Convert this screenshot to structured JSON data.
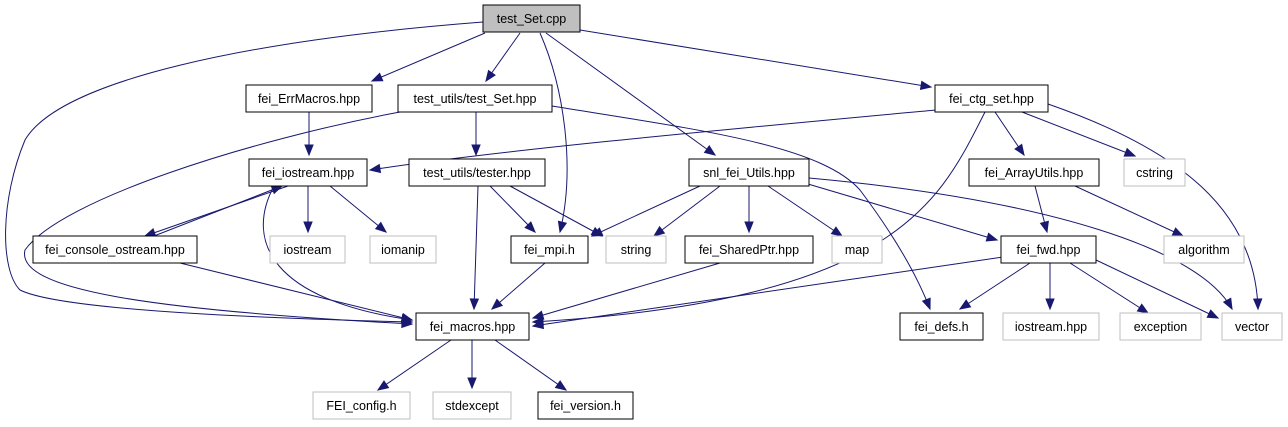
{
  "diagram": {
    "colors": {
      "edge": "#191970",
      "internal_border": "#000000",
      "external_border": "#bfbfbf",
      "root_fill": "#bfbfbf"
    },
    "nodes": [
      {
        "id": "test_Set_cpp",
        "label": "test_Set.cpp",
        "kind": "root"
      },
      {
        "id": "fei_ErrMacros_hpp",
        "label": "fei_ErrMacros.hpp",
        "kind": "internal"
      },
      {
        "id": "test_utils_test_Set_hpp",
        "label": "test_utils/test_Set.hpp",
        "kind": "internal"
      },
      {
        "id": "fei_ctg_set_hpp",
        "label": "fei_ctg_set.hpp",
        "kind": "internal"
      },
      {
        "id": "fei_iostream_hpp",
        "label": "fei_iostream.hpp",
        "kind": "internal"
      },
      {
        "id": "test_utils_tester_hpp",
        "label": "test_utils/tester.hpp",
        "kind": "internal"
      },
      {
        "id": "snl_fei_Utils_hpp",
        "label": "snl_fei_Utils.hpp",
        "kind": "internal"
      },
      {
        "id": "fei_ArrayUtils_hpp",
        "label": "fei_ArrayUtils.hpp",
        "kind": "internal"
      },
      {
        "id": "cstring",
        "label": "cstring",
        "kind": "external"
      },
      {
        "id": "fei_console_ostream_hpp",
        "label": "fei_console_ostream.hpp",
        "kind": "internal"
      },
      {
        "id": "iostream",
        "label": "iostream",
        "kind": "external"
      },
      {
        "id": "iomanip",
        "label": "iomanip",
        "kind": "external"
      },
      {
        "id": "fei_mpi_h",
        "label": "fei_mpi.h",
        "kind": "internal"
      },
      {
        "id": "string",
        "label": "string",
        "kind": "external"
      },
      {
        "id": "fei_SharedPtr_hpp",
        "label": "fei_SharedPtr.hpp",
        "kind": "internal"
      },
      {
        "id": "map",
        "label": "map",
        "kind": "external"
      },
      {
        "id": "fei_fwd_hpp",
        "label": "fei_fwd.hpp",
        "kind": "internal"
      },
      {
        "id": "algorithm",
        "label": "algorithm",
        "kind": "external"
      },
      {
        "id": "fei_macros_hpp",
        "label": "fei_macros.hpp",
        "kind": "internal"
      },
      {
        "id": "fei_defs_h",
        "label": "fei_defs.h",
        "kind": "internal"
      },
      {
        "id": "iostream_hpp",
        "label": "iostream.hpp",
        "kind": "external"
      },
      {
        "id": "exception",
        "label": "exception",
        "kind": "external"
      },
      {
        "id": "vector",
        "label": "vector",
        "kind": "external"
      },
      {
        "id": "FEI_config_h",
        "label": "FEI_config.h",
        "kind": "external"
      },
      {
        "id": "stdexcept",
        "label": "stdexcept",
        "kind": "external"
      },
      {
        "id": "fei_version_h",
        "label": "fei_version.h",
        "kind": "internal"
      }
    ],
    "edges": [
      {
        "from": "test_Set_cpp",
        "to": "fei_ErrMacros_hpp"
      },
      {
        "from": "test_Set_cpp",
        "to": "test_utils_test_Set_hpp"
      },
      {
        "from": "test_Set_cpp",
        "to": "fei_mpi_h"
      },
      {
        "from": "test_Set_cpp",
        "to": "snl_fei_Utils_hpp"
      },
      {
        "from": "test_Set_cpp",
        "to": "fei_ctg_set_hpp"
      },
      {
        "from": "test_Set_cpp",
        "to": "fei_macros_hpp"
      },
      {
        "from": "fei_ErrMacros_hpp",
        "to": "fei_iostream_hpp"
      },
      {
        "from": "test_utils_test_Set_hpp",
        "to": "test_utils_tester_hpp"
      },
      {
        "from": "test_utils_test_Set_hpp",
        "to": "fei_macros_hpp"
      },
      {
        "from": "test_utils_test_Set_hpp",
        "to": "fei_defs_h"
      },
      {
        "from": "fei_ctg_set_hpp",
        "to": "fei_iostream_hpp"
      },
      {
        "from": "fei_ctg_set_hpp",
        "to": "fei_ArrayUtils_hpp"
      },
      {
        "from": "fei_ctg_set_hpp",
        "to": "cstring"
      },
      {
        "from": "fei_ctg_set_hpp",
        "to": "vector"
      },
      {
        "from": "fei_ctg_set_hpp",
        "to": "fei_macros_hpp"
      },
      {
        "from": "fei_iostream_hpp",
        "to": "fei_console_ostream_hpp"
      },
      {
        "from": "fei_iostream_hpp",
        "to": "iostream"
      },
      {
        "from": "fei_iostream_hpp",
        "to": "iomanip"
      },
      {
        "from": "fei_iostream_hpp",
        "to": "fei_macros_hpp"
      },
      {
        "from": "fei_console_ostream_hpp",
        "to": "fei_iostream_hpp"
      },
      {
        "from": "fei_console_ostream_hpp",
        "to": "fei_macros_hpp"
      },
      {
        "from": "test_utils_tester_hpp",
        "to": "fei_mpi_h"
      },
      {
        "from": "test_utils_tester_hpp",
        "to": "string"
      },
      {
        "from": "test_utils_tester_hpp",
        "to": "fei_macros_hpp"
      },
      {
        "from": "snl_fei_Utils_hpp",
        "to": "fei_mpi_h"
      },
      {
        "from": "snl_fei_Utils_hpp",
        "to": "string"
      },
      {
        "from": "snl_fei_Utils_hpp",
        "to": "fei_SharedPtr_hpp"
      },
      {
        "from": "snl_fei_Utils_hpp",
        "to": "map"
      },
      {
        "from": "snl_fei_Utils_hpp",
        "to": "fei_fwd_hpp"
      },
      {
        "from": "snl_fei_Utils_hpp",
        "to": "vector"
      },
      {
        "from": "fei_ArrayUtils_hpp",
        "to": "fei_fwd_hpp"
      },
      {
        "from": "fei_ArrayUtils_hpp",
        "to": "algorithm"
      },
      {
        "from": "fei_mpi_h",
        "to": "fei_macros_hpp"
      },
      {
        "from": "fei_SharedPtr_hpp",
        "to": "fei_macros_hpp"
      },
      {
        "from": "fei_fwd_hpp",
        "to": "fei_macros_hpp"
      },
      {
        "from": "fei_fwd_hpp",
        "to": "fei_defs_h"
      },
      {
        "from": "fei_fwd_hpp",
        "to": "iostream_hpp"
      },
      {
        "from": "fei_fwd_hpp",
        "to": "exception"
      },
      {
        "from": "fei_fwd_hpp",
        "to": "vector"
      },
      {
        "from": "fei_macros_hpp",
        "to": "FEI_config_h"
      },
      {
        "from": "fei_macros_hpp",
        "to": "stdexcept"
      },
      {
        "from": "fei_macros_hpp",
        "to": "fei_version_h"
      }
    ]
  }
}
